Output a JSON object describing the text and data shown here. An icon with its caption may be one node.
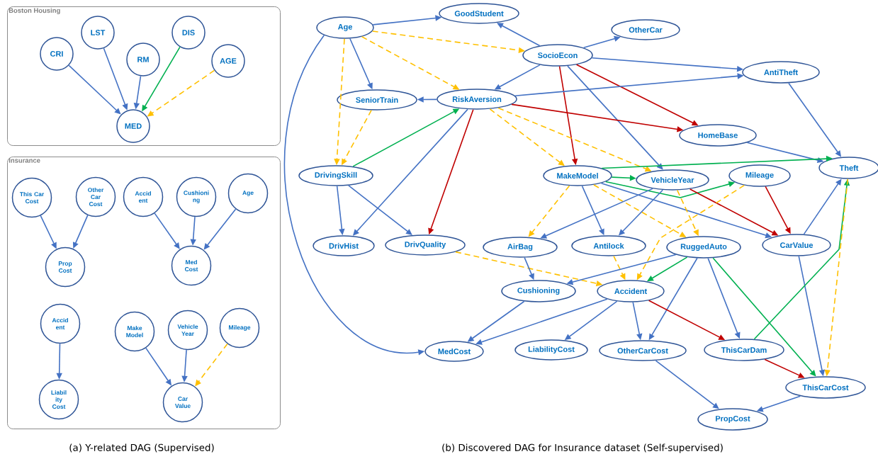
{
  "diagram": {
    "nodes": [
      {
        "text": [
          "Boston Housing"
        ]
      },
      {
        "text": [
          "CRI"
        ],
        "in": 0
      },
      {
        "text": [
          "LST"
        ],
        "in": 0
      },
      {
        "text": [
          "RM"
        ],
        "in": 0
      },
      {
        "text": [
          "DIS"
        ],
        "in": 0
      },
      {
        "text": [
          "AGE"
        ],
        "in": 0
      },
      {
        "text": [
          "MED"
        ],
        "in": 0
      },
      {
        "text": [
          "Insurance"
        ]
      },
      {
        "text": [
          "This Car Cost"
        ],
        "in": 7
      },
      {
        "text": [
          "Other Car Cost"
        ],
        "in": 7
      },
      {
        "text": [
          "Prop Cost"
        ],
        "in": 7
      },
      {
        "text": [
          "Accid ent"
        ],
        "in": 7
      },
      {
        "text": [
          "Cushioni ng"
        ],
        "in": 7
      },
      {
        "text": [
          "Age"
        ],
        "in": 7
      },
      {
        "text": [
          "Med Cost"
        ],
        "in": 7
      },
      {
        "text": [
          "Accid ent"
        ],
        "in": 7
      },
      {
        "text": [
          "Liabil ity Cost"
        ],
        "in": 7
      },
      {
        "text": [
          "Make Model"
        ],
        "in": 7
      },
      {
        "text": [
          "Vehicle Year"
        ],
        "in": 7
      },
      {
        "text": [
          "Mileage"
        ],
        "in": 7
      },
      {
        "text": [
          "Car Value"
        ],
        "in": 7
      },
      {
        "text": [
          "Age"
        ]
      },
      {
        "text": [
          "GoodStudent"
        ]
      },
      {
        "text": [
          "OtherCar"
        ]
      },
      {
        "text": [
          "SocioEcon"
        ]
      },
      {
        "text": [
          "AntiTheft"
        ]
      },
      {
        "text": [
          "SeniorTrain"
        ]
      },
      {
        "text": [
          "RiskAversion"
        ]
      },
      {
        "text": [
          "HomeBase"
        ]
      },
      {
        "text": [
          "DrivingSkill"
        ]
      },
      {
        "text": [
          "MakeModel"
        ]
      },
      {
        "text": [
          "VehicleYear"
        ]
      },
      {
        "text": [
          "Mileage"
        ]
      },
      {
        "text": [
          "Theft"
        ]
      },
      {
        "text": [
          "DrivHist"
        ]
      },
      {
        "text": [
          "DrivQuality"
        ]
      },
      {
        "text": [
          "AirBag"
        ]
      },
      {
        "text": [
          "Antilock"
        ]
      },
      {
        "text": [
          "RuggedAuto"
        ]
      },
      {
        "text": [
          "CarValue"
        ]
      },
      {
        "text": [
          "Cushioning"
        ]
      },
      {
        "text": [
          "Accident"
        ]
      },
      {
        "text": [
          "MedCost"
        ]
      },
      {
        "text": [
          "LiabilityCost"
        ]
      },
      {
        "text": [
          "OtherCarCost"
        ]
      },
      {
        "text": [
          "ThisCarDam"
        ]
      },
      {
        "text": [
          "ThisCarCost"
        ]
      },
      {
        "text": [
          "PropCost"
        ]
      }
    ],
    "edges": [
      {
        "from": 1,
        "to": 6,
        "arrow": "to"
      },
      {
        "from": 2,
        "to": 6,
        "arrow": "to"
      },
      {
        "from": 3,
        "to": 6,
        "arrow": "to"
      },
      {
        "from": 4,
        "to": 6,
        "arrow": "to",
        "color": "#00b050"
      },
      {
        "from": 5,
        "to": 6,
        "arrow": "to",
        "style": "dashed",
        "color": "#ffc000"
      },
      {
        "from": 8,
        "to": 10,
        "arrow": "to"
      },
      {
        "from": 9,
        "to": 10,
        "arrow": "to"
      },
      {
        "from": 11,
        "to": 14,
        "arrow": "to"
      },
      {
        "from": 12,
        "to": 14,
        "arrow": "to"
      },
      {
        "from": 13,
        "to": 14,
        "arrow": "to"
      },
      {
        "from": 15,
        "to": 16,
        "arrow": "to"
      },
      {
        "from": 17,
        "to": 20,
        "arrow": "to"
      },
      {
        "from": 18,
        "to": 20,
        "arrow": "to"
      },
      {
        "from": 19,
        "to": 20,
        "arrow": "to",
        "style": "dashed",
        "color": "#ffc000"
      },
      {
        "from": 21,
        "to": 22,
        "arrow": "to"
      },
      {
        "from": 21,
        "to": 24,
        "arrow": "to",
        "style": "dashed",
        "color": "#ffc000"
      },
      {
        "from": 21,
        "to": 27,
        "arrow": "to",
        "style": "dashed",
        "color": "#ffc000"
      },
      {
        "from": 21,
        "to": 26,
        "arrow": "to"
      },
      {
        "from": 21,
        "to": 29,
        "arrow": "to",
        "style": "dashed",
        "color": "#ffc000"
      },
      {
        "from": 21,
        "to": 42,
        "arrow": "to"
      },
      {
        "from": 24,
        "to": 22,
        "arrow": "to"
      },
      {
        "from": 24,
        "to": 23,
        "arrow": "to"
      },
      {
        "from": 24,
        "to": 25,
        "arrow": "to"
      },
      {
        "from": 24,
        "to": 27,
        "arrow": "to"
      },
      {
        "from": 24,
        "to": 30,
        "arrow": "to",
        "color": "#c00000"
      },
      {
        "from": 24,
        "to": 28,
        "arrow": "to",
        "color": "#c00000"
      },
      {
        "from": 24,
        "to": 31,
        "arrow": "to"
      },
      {
        "from": 27,
        "to": 26,
        "arrow": "to"
      },
      {
        "from": 27,
        "to": 25,
        "arrow": "to"
      },
      {
        "from": 27,
        "to": 28,
        "arrow": "to",
        "color": "#c00000"
      },
      {
        "from": 27,
        "to": 30,
        "arrow": "to",
        "style": "dashed",
        "color": "#ffc000"
      },
      {
        "from": 27,
        "to": 31,
        "arrow": "to",
        "style": "dashed",
        "color": "#ffc000"
      },
      {
        "from": 27,
        "to": 34,
        "arrow": "to"
      },
      {
        "from": 27,
        "to": 35,
        "arrow": "to",
        "color": "#c00000"
      },
      {
        "from": 29,
        "to": 27,
        "arrow": "to",
        "color": "#00b050"
      },
      {
        "from": 26,
        "to": 29,
        "arrow": "to",
        "style": "dashed",
        "color": "#ffc000"
      },
      {
        "from": 29,
        "to": 34,
        "arrow": "to"
      },
      {
        "from": 29,
        "to": 35,
        "arrow": "to"
      },
      {
        "from": 25,
        "to": 33,
        "arrow": "to"
      },
      {
        "from": 28,
        "to": 33,
        "arrow": "to"
      },
      {
        "from": 30,
        "to": 33,
        "arrow": "to",
        "color": "#00b050"
      },
      {
        "from": 30,
        "to": 31,
        "arrow": "to",
        "color": "#00b050"
      },
      {
        "from": 30,
        "to": 32,
        "arrow": "to",
        "color": "#00b050"
      },
      {
        "from": 30,
        "to": 36,
        "arrow": "to",
        "style": "dashed",
        "color": "#ffc000"
      },
      {
        "from": 30,
        "to": 37,
        "arrow": "to"
      },
      {
        "from": 30,
        "to": 38,
        "arrow": "to",
        "style": "dashed",
        "color": "#ffc000"
      },
      {
        "from": 30,
        "to": 39,
        "arrow": "to"
      },
      {
        "from": 31,
        "to": 36,
        "arrow": "to"
      },
      {
        "from": 31,
        "to": 37,
        "arrow": "to"
      },
      {
        "from": 31,
        "to": 38,
        "arrow": "to",
        "style": "dashed",
        "color": "#ffc000"
      },
      {
        "from": 31,
        "to": 39,
        "arrow": "to",
        "color": "#c00000"
      },
      {
        "from": 32,
        "to": 39,
        "arrow": "to",
        "color": "#c00000"
      },
      {
        "from": 32,
        "to": 41,
        "arrow": "to",
        "style": "dashed",
        "color": "#ffc000"
      },
      {
        "from": 39,
        "to": 33,
        "arrow": "to"
      },
      {
        "from": 39,
        "to": 46,
        "arrow": "to"
      },
      {
        "from": 35,
        "to": 41,
        "arrow": "to",
        "style": "dashed",
        "color": "#ffc000"
      },
      {
        "from": 36,
        "to": 40,
        "arrow": "to"
      },
      {
        "from": 37,
        "to": 41,
        "arrow": "to",
        "style": "dashed",
        "color": "#ffc000"
      },
      {
        "from": 38,
        "to": 40,
        "arrow": "to"
      },
      {
        "from": 38,
        "to": 41,
        "arrow": "to",
        "color": "#00b050"
      },
      {
        "from": 38,
        "to": 44,
        "arrow": "to"
      },
      {
        "from": 38,
        "to": 45,
        "arrow": "to"
      },
      {
        "from": 38,
        "to": 46,
        "arrow": "to",
        "color": "#00b050"
      },
      {
        "from": 41,
        "to": 42,
        "arrow": "to"
      },
      {
        "from": 41,
        "to": 43,
        "arrow": "to"
      },
      {
        "from": 40,
        "to": 42,
        "arrow": "to"
      },
      {
        "from": 41,
        "to": 44,
        "arrow": "to"
      },
      {
        "from": 41,
        "to": 45,
        "arrow": "to",
        "color": "#c00000"
      },
      {
        "from": 45,
        "to": 33,
        "arrow": "to",
        "color": "#00b050"
      },
      {
        "from": 45,
        "to": 46,
        "arrow": "to",
        "color": "#c00000"
      },
      {
        "from": 33,
        "to": 46,
        "arrow": "to",
        "style": "dashed",
        "color": "#ffc000"
      },
      {
        "from": 44,
        "to": 47,
        "arrow": "to"
      },
      {
        "from": 46,
        "to": 47,
        "arrow": "to"
      }
    ],
    "labels": [
      "(a) Y-related DAG (Supervised)",
      "(b) Discovered DAG for Insurance dataset (Self-supervised)"
    ]
  }
}
